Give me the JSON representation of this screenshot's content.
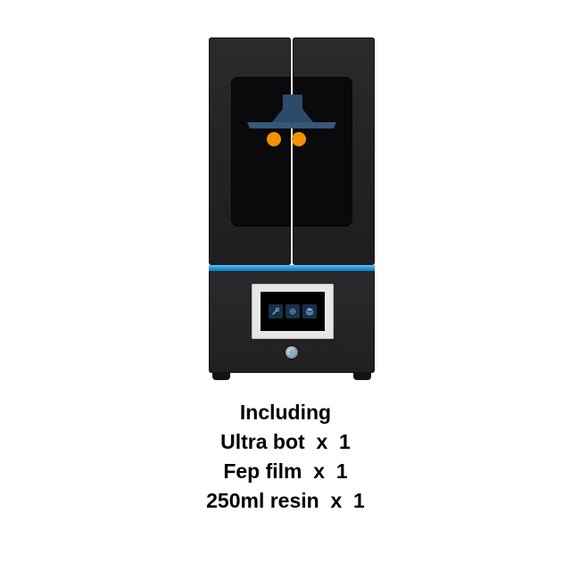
{
  "caption": {
    "heading": "Including",
    "items": [
      "Ultra bot  x  1",
      "Fep film  x  1",
      "250ml resin  x  1"
    ]
  },
  "colors": {
    "background": "#ffffff",
    "printer_body": "#232325",
    "accent_band": "#1f8fd0",
    "build_platform": "#2d4b69",
    "knob": "#f39200",
    "caption_text": "#000000"
  },
  "icons": {
    "screen_buttons": [
      "tools-icon",
      "gear-icon",
      "layers-icon"
    ]
  }
}
